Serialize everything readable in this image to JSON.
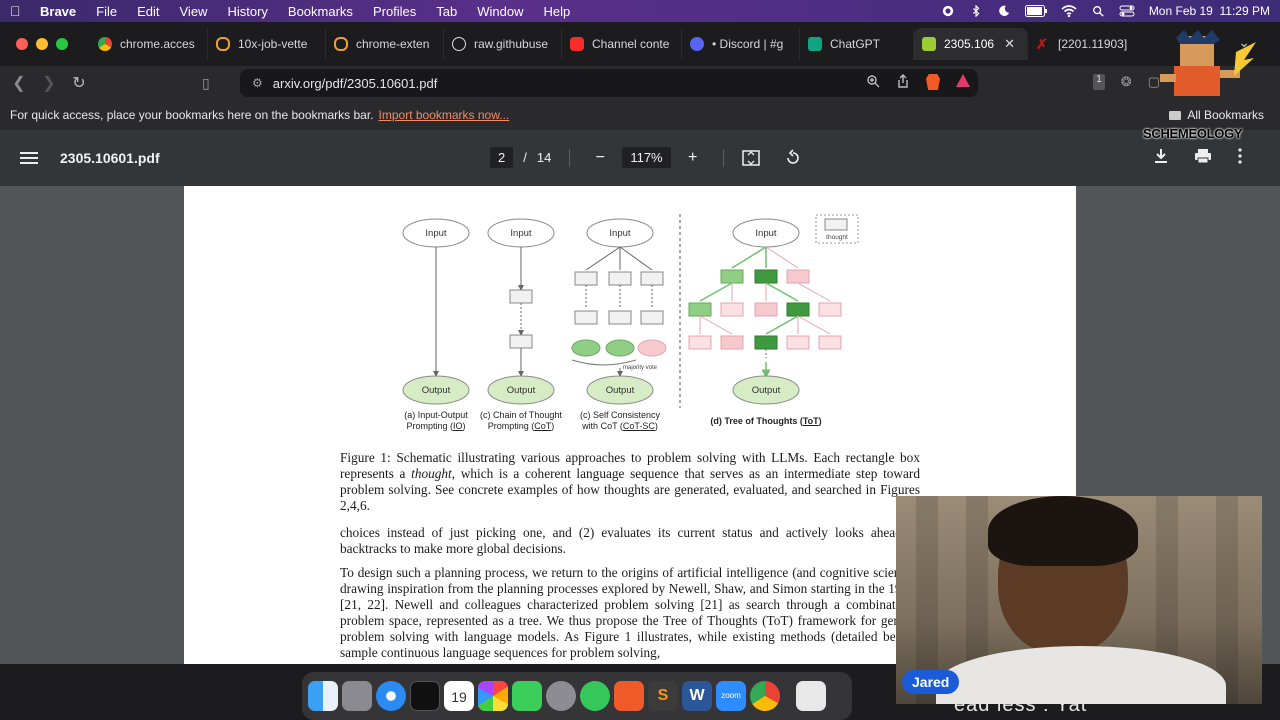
{
  "menubar": {
    "app": "Brave",
    "items": [
      "File",
      "Edit",
      "View",
      "History",
      "Bookmarks",
      "Profiles",
      "Tab",
      "Window",
      "Help"
    ],
    "clock": "Mon Feb 19  11:29 PM"
  },
  "tabs": [
    {
      "title": "chrome.acces",
      "color": "#4285f4"
    },
    {
      "title": "10x-job-vette",
      "color": "#f0a030"
    },
    {
      "title": "chrome-exten",
      "color": "#f0a030"
    },
    {
      "title": "raw.githubuse",
      "color": "#dddddd"
    },
    {
      "title": "Channel conte",
      "color": "#ff2a2a"
    },
    {
      "title": "• Discord | #g",
      "color": "#5865f2"
    },
    {
      "title": "ChatGPT",
      "color": "#10a37f"
    },
    {
      "title": "2305.106",
      "color": "#9acd32",
      "active": true
    },
    {
      "title": "[2201.11903]",
      "color": "#b31b1b"
    }
  ],
  "address": {
    "url": "arxiv.org/pdf/2305.10601.pdf"
  },
  "bookmarks_bar": {
    "hint": "For quick access, place your bookmarks here on the bookmarks bar.",
    "import_link": "Import bookmarks now...",
    "all_bookmarks": "All Bookmarks"
  },
  "pdf": {
    "filename": "2305.10601.pdf",
    "page": "2",
    "page_sep": "/",
    "total": "14",
    "zoom": "117%"
  },
  "figure": {
    "input": "Input",
    "output": "Output",
    "thought": "thought",
    "majority_vote": "majority vote",
    "caption_a": [
      "(a) Input-Output",
      "Prompting (",
      "IO",
      ")"
    ],
    "caption_b": [
      "(c) Chain of Thought",
      "Prompting (",
      "CoT",
      ")"
    ],
    "caption_c": [
      "(c) Self Consistency",
      "with CoT (",
      "CoT-SC",
      ")"
    ],
    "caption_d": [
      "(d) Tree of Thoughts (",
      "ToT",
      ")"
    ]
  },
  "body": {
    "fig_label": "Figure 1:",
    "fig_caption": " Schematic illustrating various approaches to problem solving with LLMs. Each rectangle box represents a ",
    "fig_thought": "thought",
    "fig_caption2": ", which is a coherent language sequence that serves as an intermediate step toward problem solving. See concrete examples of how thoughts are generated, evaluated, and searched in Figures 2,4,6.",
    "para1": "choices instead of just picking one, and (2) evaluates its current status and actively looks ahead or backtracks to make more global decisions.",
    "para2": "To design such a planning process, we return to the origins of artificial intelligence (and cognitive science), drawing inspiration from the planning processes explored by Newell, Shaw, and Simon starting in the 1950s [21, 22]. Newell and colleagues characterized problem solving [21] as search through a combinatorial problem space, represented as a tree. We thus propose the Tree of Thoughts (ToT) framework for general problem solving with language models. As Figure 1 illustrates, while existing methods (detailed below) sample continuous language sequences for problem solving,"
  },
  "webcam": {
    "name": "Jared",
    "overlay": "ead less : Yat"
  },
  "mascot": {
    "label": "SCHEMEOLOGY"
  },
  "colors": {
    "dark_green": "#3f9a3f",
    "light_green": "#8fce84",
    "pink": "#f6c9cf",
    "output_fill": "#d6ecc4"
  }
}
